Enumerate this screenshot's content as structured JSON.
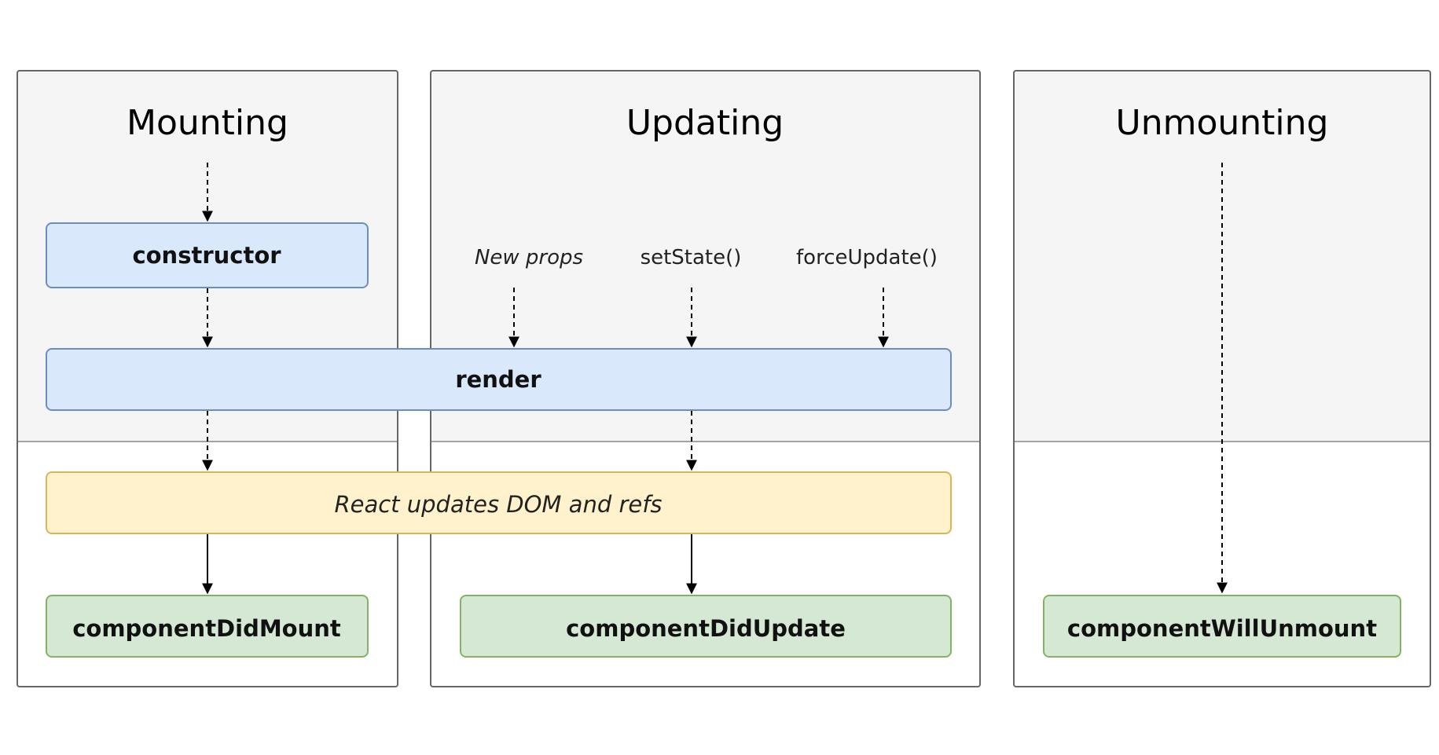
{
  "phases": {
    "mounting": "Mounting",
    "updating": "Updating",
    "unmounting": "Unmounting"
  },
  "triggers": {
    "new_props": "New props",
    "set_state": "setState()",
    "force_update": "forceUpdate()"
  },
  "nodes": {
    "constructor": "constructor",
    "render": "render",
    "dom_update": "React updates DOM and refs",
    "did_mount": "componentDidMount",
    "did_update": "componentDidUpdate",
    "will_unmount": "componentWillUnmount"
  },
  "colors": {
    "phase_panel": "#f5f5f5",
    "phase_border": "#666666",
    "blue_fill": "#dae8fc",
    "blue_stroke": "#6c8ebf",
    "yellow_fill": "#fff2cc",
    "yellow_stroke": "#d6b656",
    "green_fill": "#d5e8d4",
    "green_stroke": "#82b366"
  }
}
